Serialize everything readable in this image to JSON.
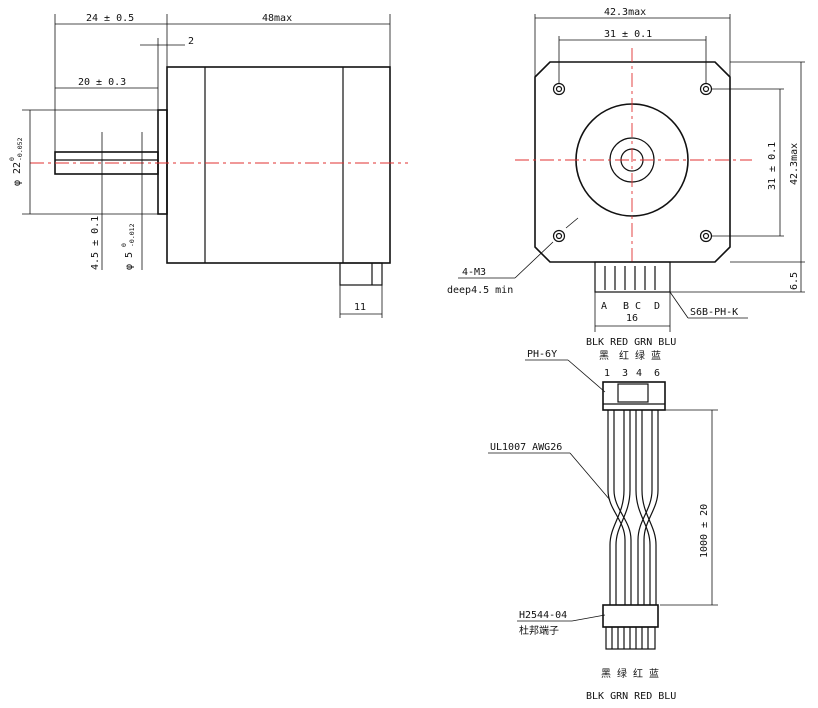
{
  "side_view": {
    "dim_24": "24 ± 0.5",
    "dim_48": "48max",
    "dim_2": "2",
    "dim_20": "20 ± 0.3",
    "dim_phi22_main": "φ 22",
    "dim_phi22_upper": "0",
    "dim_phi22_lower": "-0.052",
    "dim_4_5": "4.5 ± 0.1",
    "dim_phi5_main": "φ 5",
    "dim_phi5_upper": "0",
    "dim_phi5_lower": "-0.012",
    "dim_11": "11"
  },
  "front_view": {
    "dim_42_3_top": "42.3max",
    "dim_31_top": "31 ± 0.1",
    "dim_31_side": "31 ± 0.1",
    "dim_42_3_side": "42.3max",
    "dim_6_5": "6.5",
    "mount_holes_line1": "4-M3",
    "mount_holes_line2": "deep4.5 min",
    "pins": [
      "A",
      "B",
      "C",
      "D"
    ],
    "dim_16": "16",
    "connector_part": "S6B-PH-K"
  },
  "cable": {
    "colors_en_top": "BLK RED GRN BLU",
    "colors_cn_top": [
      "黑",
      "红",
      "绿",
      "蓝"
    ],
    "connector_label": "PH-6Y",
    "pin_numbers": [
      "1",
      "3",
      "4",
      "6"
    ],
    "wire_label": "UL1007 AWG26",
    "length_label": "1000 ± 20",
    "terminal_label": "H2544-04",
    "terminal_cn": "杜邦端子",
    "colors_cn_bottom": [
      "黑",
      "绿",
      "红",
      "蓝"
    ],
    "colors_en_bottom": "BLK GRN RED BLU"
  }
}
